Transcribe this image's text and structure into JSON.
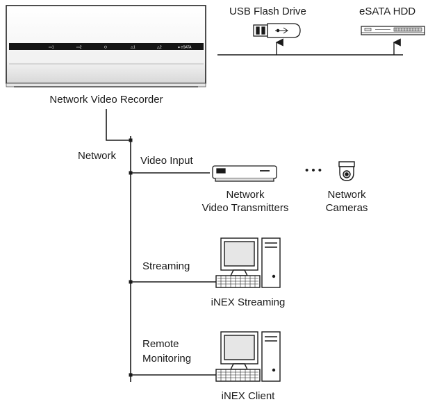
{
  "labels": {
    "nvr": "Network Video Recorder",
    "usb": "USB Flash Drive",
    "esata": "eSATA HDD",
    "network": "Network",
    "video_input": "Video Input",
    "nvt_line1": "Network",
    "nvt_line2": "Video Transmitters",
    "cam_line1": "Network",
    "cam_line2": "Cameras",
    "ellipsis": "• • •",
    "streaming": "Streaming",
    "inex_streaming": "iNEX Streaming",
    "remote_line1": "Remote",
    "remote_line2": "Monitoring",
    "inex_client": "iNEX Client"
  },
  "nvr_panel": {
    "indicators": [
      "▭1",
      "▭2",
      "⏻",
      "△1",
      "△2",
      "● eSATA"
    ]
  },
  "icons": {
    "nvr": "nvr-device-icon",
    "usb": "usb-flash-drive-icon",
    "esata": "esata-hdd-icon",
    "transmitter": "video-transmitter-icon",
    "camera": "dome-camera-icon",
    "pc1": "desktop-computer-icon",
    "pc2": "desktop-computer-icon"
  }
}
